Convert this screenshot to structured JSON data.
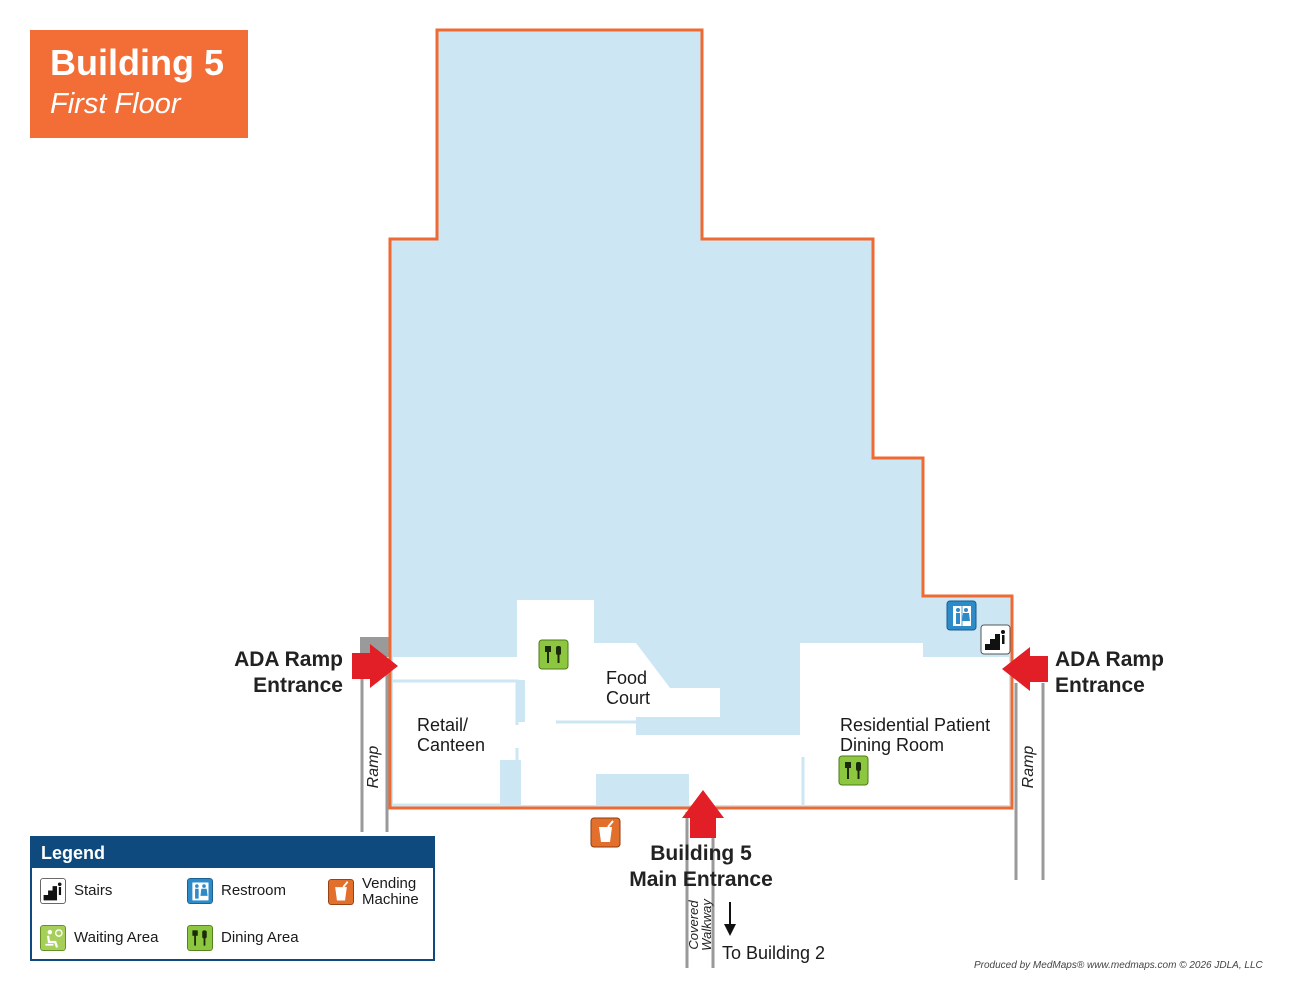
{
  "title": {
    "building": "Building 5",
    "floor": "First Floor"
  },
  "rooms": {
    "food_court": "Food\nCourt",
    "retail": "Retail/\nCanteen",
    "dining": "Residential Patient\nDining Room"
  },
  "entrances": {
    "left": "ADA Ramp\nEntrance",
    "right": "ADA Ramp\nEntrance",
    "main": "Building 5\nMain Entrance"
  },
  "ramp_label": "Ramp",
  "walkway_label": "Covered\nWalkway",
  "to_building": "To Building 2",
  "legend": {
    "title": "Legend",
    "items": {
      "stairs": "Stairs",
      "restroom": "Restroom",
      "vending": "Vending\nMachine",
      "waiting": "Waiting Area",
      "dining": "Dining Area"
    }
  },
  "credit": "Produced by MedMaps®  www.medmaps.com   © 2026 JDLA, LLC",
  "colors": {
    "floor": "#cde6f4",
    "outline": "#ef6a32",
    "accent": "#f26e36",
    "arrow": "#e21f26",
    "legend": "#0e4a7d",
    "restroom_icon": "#2e8bc9",
    "dining_icon": "#8dc63f",
    "vending_icon": "#e2702c"
  }
}
